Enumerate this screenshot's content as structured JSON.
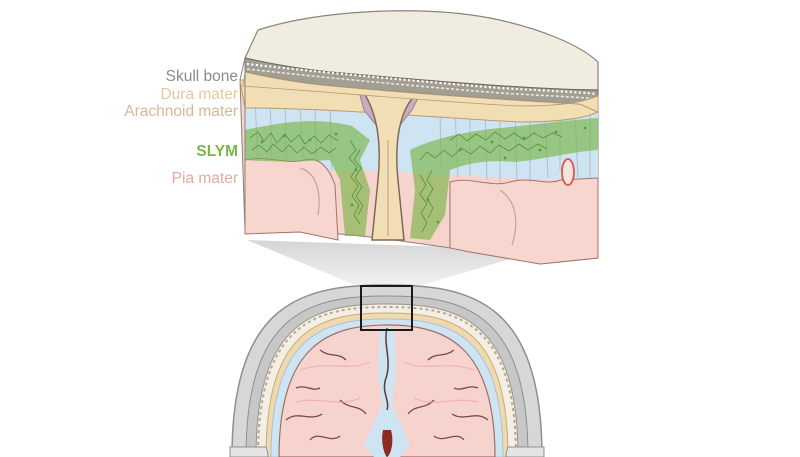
{
  "labels": {
    "skull_bone": "Skull bone",
    "dura_mater": "Dura mater",
    "arachnoid_mater": "Arachnoid mater",
    "slym": "SLYM",
    "pia_mater": "Pia mater"
  },
  "colors": {
    "skull_bone": "#8a8a8a",
    "dura_mater": "#e2c99e",
    "arachnoid_mater": "#d9b792",
    "slym": "#7ab648",
    "pia_mater": "#e8a9a0",
    "brain": "#f6d3cc",
    "csf": "#cfe4f2",
    "bone_top": "#f1ece0",
    "bone_band": "#a39e94",
    "dura_layer": "#f1d6a6",
    "sinus": "#c8acc2"
  }
}
